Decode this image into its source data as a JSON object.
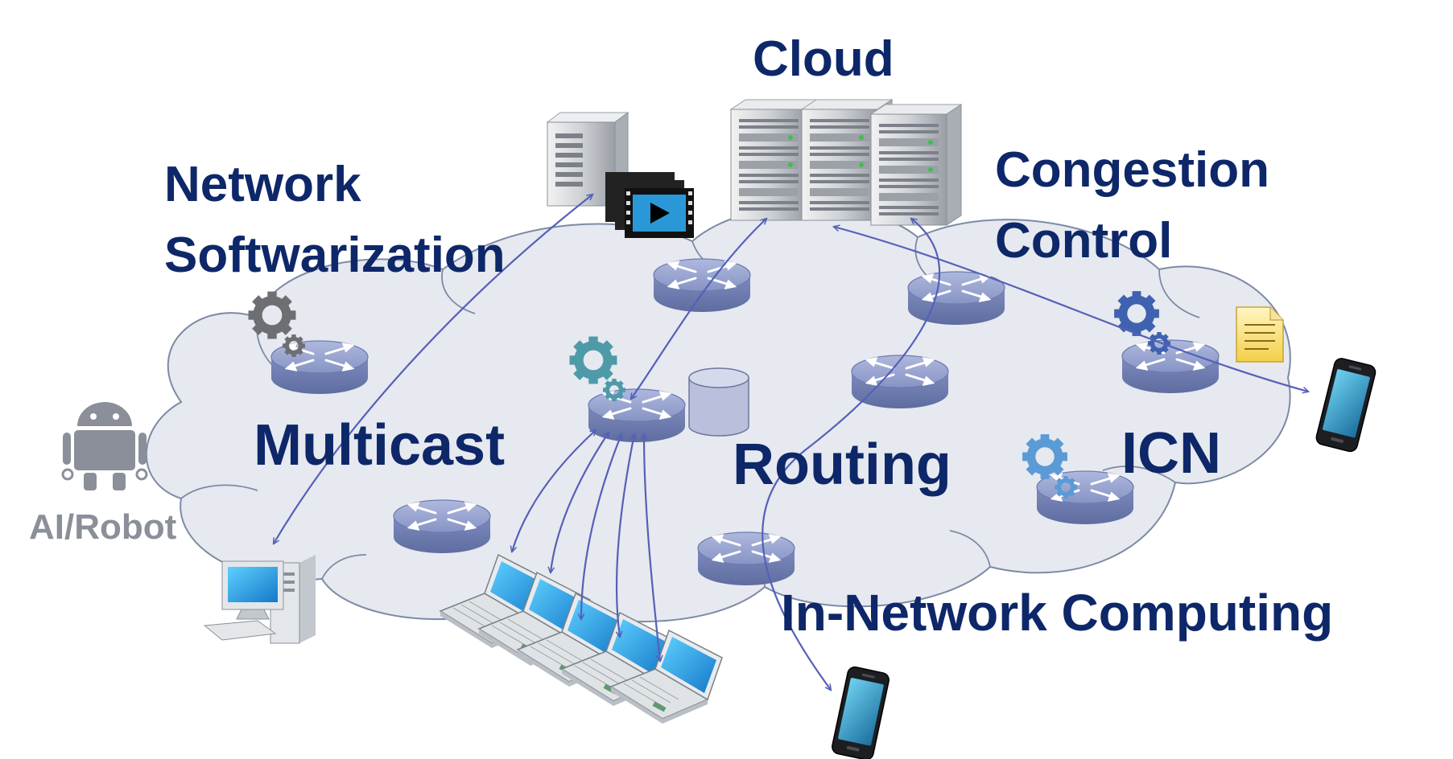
{
  "labels": {
    "cloud": "Cloud",
    "network_softwarization_1": "Network",
    "network_softwarization_2": "Softwarization",
    "congestion_control_1": "Congestion",
    "congestion_control_2": "Control",
    "multicast": "Multicast",
    "routing": "Routing",
    "icn": "ICN",
    "in_network_computing": "In-Network Computing",
    "ai_robot": "AI/Robot"
  },
  "colors": {
    "cloud_fill": "#e6e9ef",
    "cloud_stroke": "#7d8aa6",
    "label": "#0d2769",
    "arrow": "#5560b8",
    "router": "#8a97c6",
    "gear_gray": "#6d6f73",
    "gear_teal": "#4e9aa8",
    "gear_blue": "#3f62b0",
    "gear_lightblue": "#5b9bd5",
    "screen": "#1e9be0"
  },
  "icons": [
    "server-rack-icon",
    "video-play-icon",
    "router-icon",
    "gear-icon",
    "database-icon",
    "laptop-icon",
    "desktop-computer-icon",
    "smartphone-icon",
    "document-icon",
    "robot-icon"
  ]
}
